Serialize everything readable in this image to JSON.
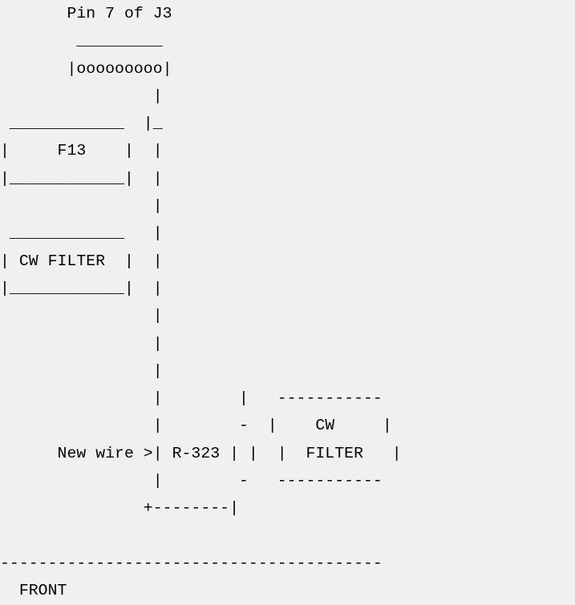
{
  "diagram": {
    "lines": [
      "       Pin 7 of J3",
      "        _________",
      "       |ooooooooo|",
      "                |",
      " ____________  |_",
      "|     F13    |  |",
      "|____________|  |",
      "                |",
      " ____________   |",
      "| CW FILTER  |  |",
      "|____________|  |",
      "                |",
      "                |",
      "                |",
      "                |        |   -----------",
      "                |        -  |    CW     |",
      "      New wire >| R-323 | |  |  FILTER   |",
      "                |        -   -----------",
      "               +--------|",
      "",
      "----------------------------------------",
      "  FRONT"
    ]
  }
}
